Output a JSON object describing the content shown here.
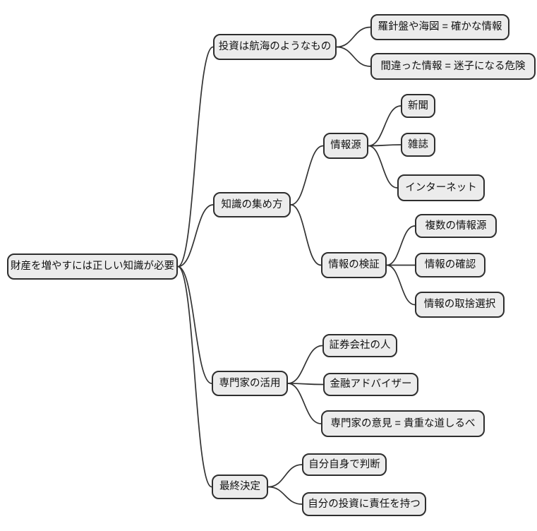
{
  "diagram": {
    "type": "mindmap",
    "root": {
      "label": "財産を増やすには正しい知識が必要",
      "children": [
        {
          "label": "投資は航海のようなもの",
          "children": [
            {
              "label": "羅針盤や海図 = 確かな情報"
            },
            {
              "label": "間違った情報 = 迷子になる危険"
            }
          ]
        },
        {
          "label": "知識の集め方",
          "children": [
            {
              "label": "情報源",
              "children": [
                {
                  "label": "新聞"
                },
                {
                  "label": "雑誌"
                },
                {
                  "label": "インターネット"
                }
              ]
            },
            {
              "label": "情報の検証",
              "children": [
                {
                  "label": "複数の情報源"
                },
                {
                  "label": "情報の確認"
                },
                {
                  "label": "情報の取捨選択"
                }
              ]
            }
          ]
        },
        {
          "label": "専門家の活用",
          "children": [
            {
              "label": "証券会社の人"
            },
            {
              "label": "金融アドバイザー"
            },
            {
              "label": "専門家の意見 = 貴重な道しるべ"
            }
          ]
        },
        {
          "label": "最終決定",
          "children": [
            {
              "label": "自分自身で判断"
            },
            {
              "label": "自分の投資に責任を持つ"
            }
          ]
        }
      ]
    }
  },
  "colors": {
    "background": "#ffffff",
    "node_fill": "#ececec",
    "node_border": "#2e2e2e",
    "edge": "#333333",
    "text": "#111111"
  }
}
